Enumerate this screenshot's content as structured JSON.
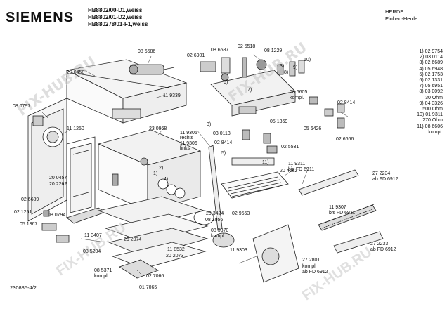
{
  "brand": "SIEMENS",
  "models": [
    "HB8802/00-D1,weiss",
    "HB8802/01-D2,weiss",
    "HB880278/01-F1,weiss"
  ],
  "category": [
    "HERDE",
    "Einbau-Herde"
  ],
  "drawing_number": "230885-4/2",
  "watermark": "FIX-HUB.RU",
  "legend": [
    "1) 02 9754",
    "2) 03 0114",
    "3) 02 6689",
    "4) 05 6948",
    "5) 02 1753",
    "6) 02 1331",
    "7) 05 6951",
    "8) 03 0092",
    "30 Ohm",
    "9) 04 3326",
    "500 Ohm",
    "10) 01 9311",
    "270 Ohm",
    "11) 08 6606",
    "kompl."
  ],
  "parts": {
    "p08_6586": "08 6586",
    "p20_0458": "20 0458",
    "p08_0797": "08 0797",
    "p11_1250": "11 1250",
    "p11_9339": "11 9339",
    "p02_6901": "02 6901",
    "p08_6587": "08 6587",
    "p02_5518": "02 5518",
    "p08_1229": "08 1229",
    "p03_0113": "03 0113",
    "p02_8414a": "02 8414",
    "p02_8414b": "02 8414",
    "p08_6605": "08 6605",
    "p08_6605k": "kompl.",
    "p05_6426": "05 6426",
    "p05_1369": "05 1369",
    "p02_5531": "02 5531",
    "p02_6666": "02 6666",
    "p23_0968": "23 0968",
    "p11_9305": "11 9305",
    "p11_9305r": "rechts",
    "p11_9306": "11 9306",
    "p11_9306l": "links",
    "p20_4062": "20 4062",
    "p20_0457": "20 0457",
    "p20_2262": "20 2262",
    "p02_6689": "02 6689",
    "p02_1251": "02 1251",
    "p08_0794": "08 0794",
    "p05_1367": "05 1367",
    "p20_3424": "20 3424",
    "p08_1056": "08 1056",
    "p02_9553": "02 9553",
    "p11_9311": "11 9311",
    "p11_9311b": "bis FD 6911",
    "p27_2234": "27 2234",
    "p27_2234b": "ab FD 6912",
    "p11_9307": "11 9307",
    "p11_9307b": "bis FD 6911",
    "p11_3407": "11 3407",
    "p20_2074": "20 2074",
    "p08_5370": "08 5370",
    "p08_5370k": "kompl.",
    "p11_9303": "11 9303",
    "p27_2233": "27 2233",
    "p27_2233b": "ab FD 6912",
    "p08_5204": "08 5204",
    "p11_8532": "11 8532",
    "p20_2073": "20 2073",
    "p27_2801": "27 2801",
    "p27_2801k": "kompl.",
    "p27_2801b": "ab FD 6912",
    "p08_5371": "08 5371",
    "p08_5371k": "kompl.",
    "p02_7066": "02 7066",
    "p01_7065": "01 7065",
    "c1": "1)",
    "c2": "2)",
    "c3": "3)",
    "c4": "4)",
    "c5": "5)",
    "c6": "6)",
    "c7": "7)",
    "c8": "8)",
    "c9": "9)",
    "c10": "10)",
    "c11": "11)",
    "c3b": "3)"
  }
}
